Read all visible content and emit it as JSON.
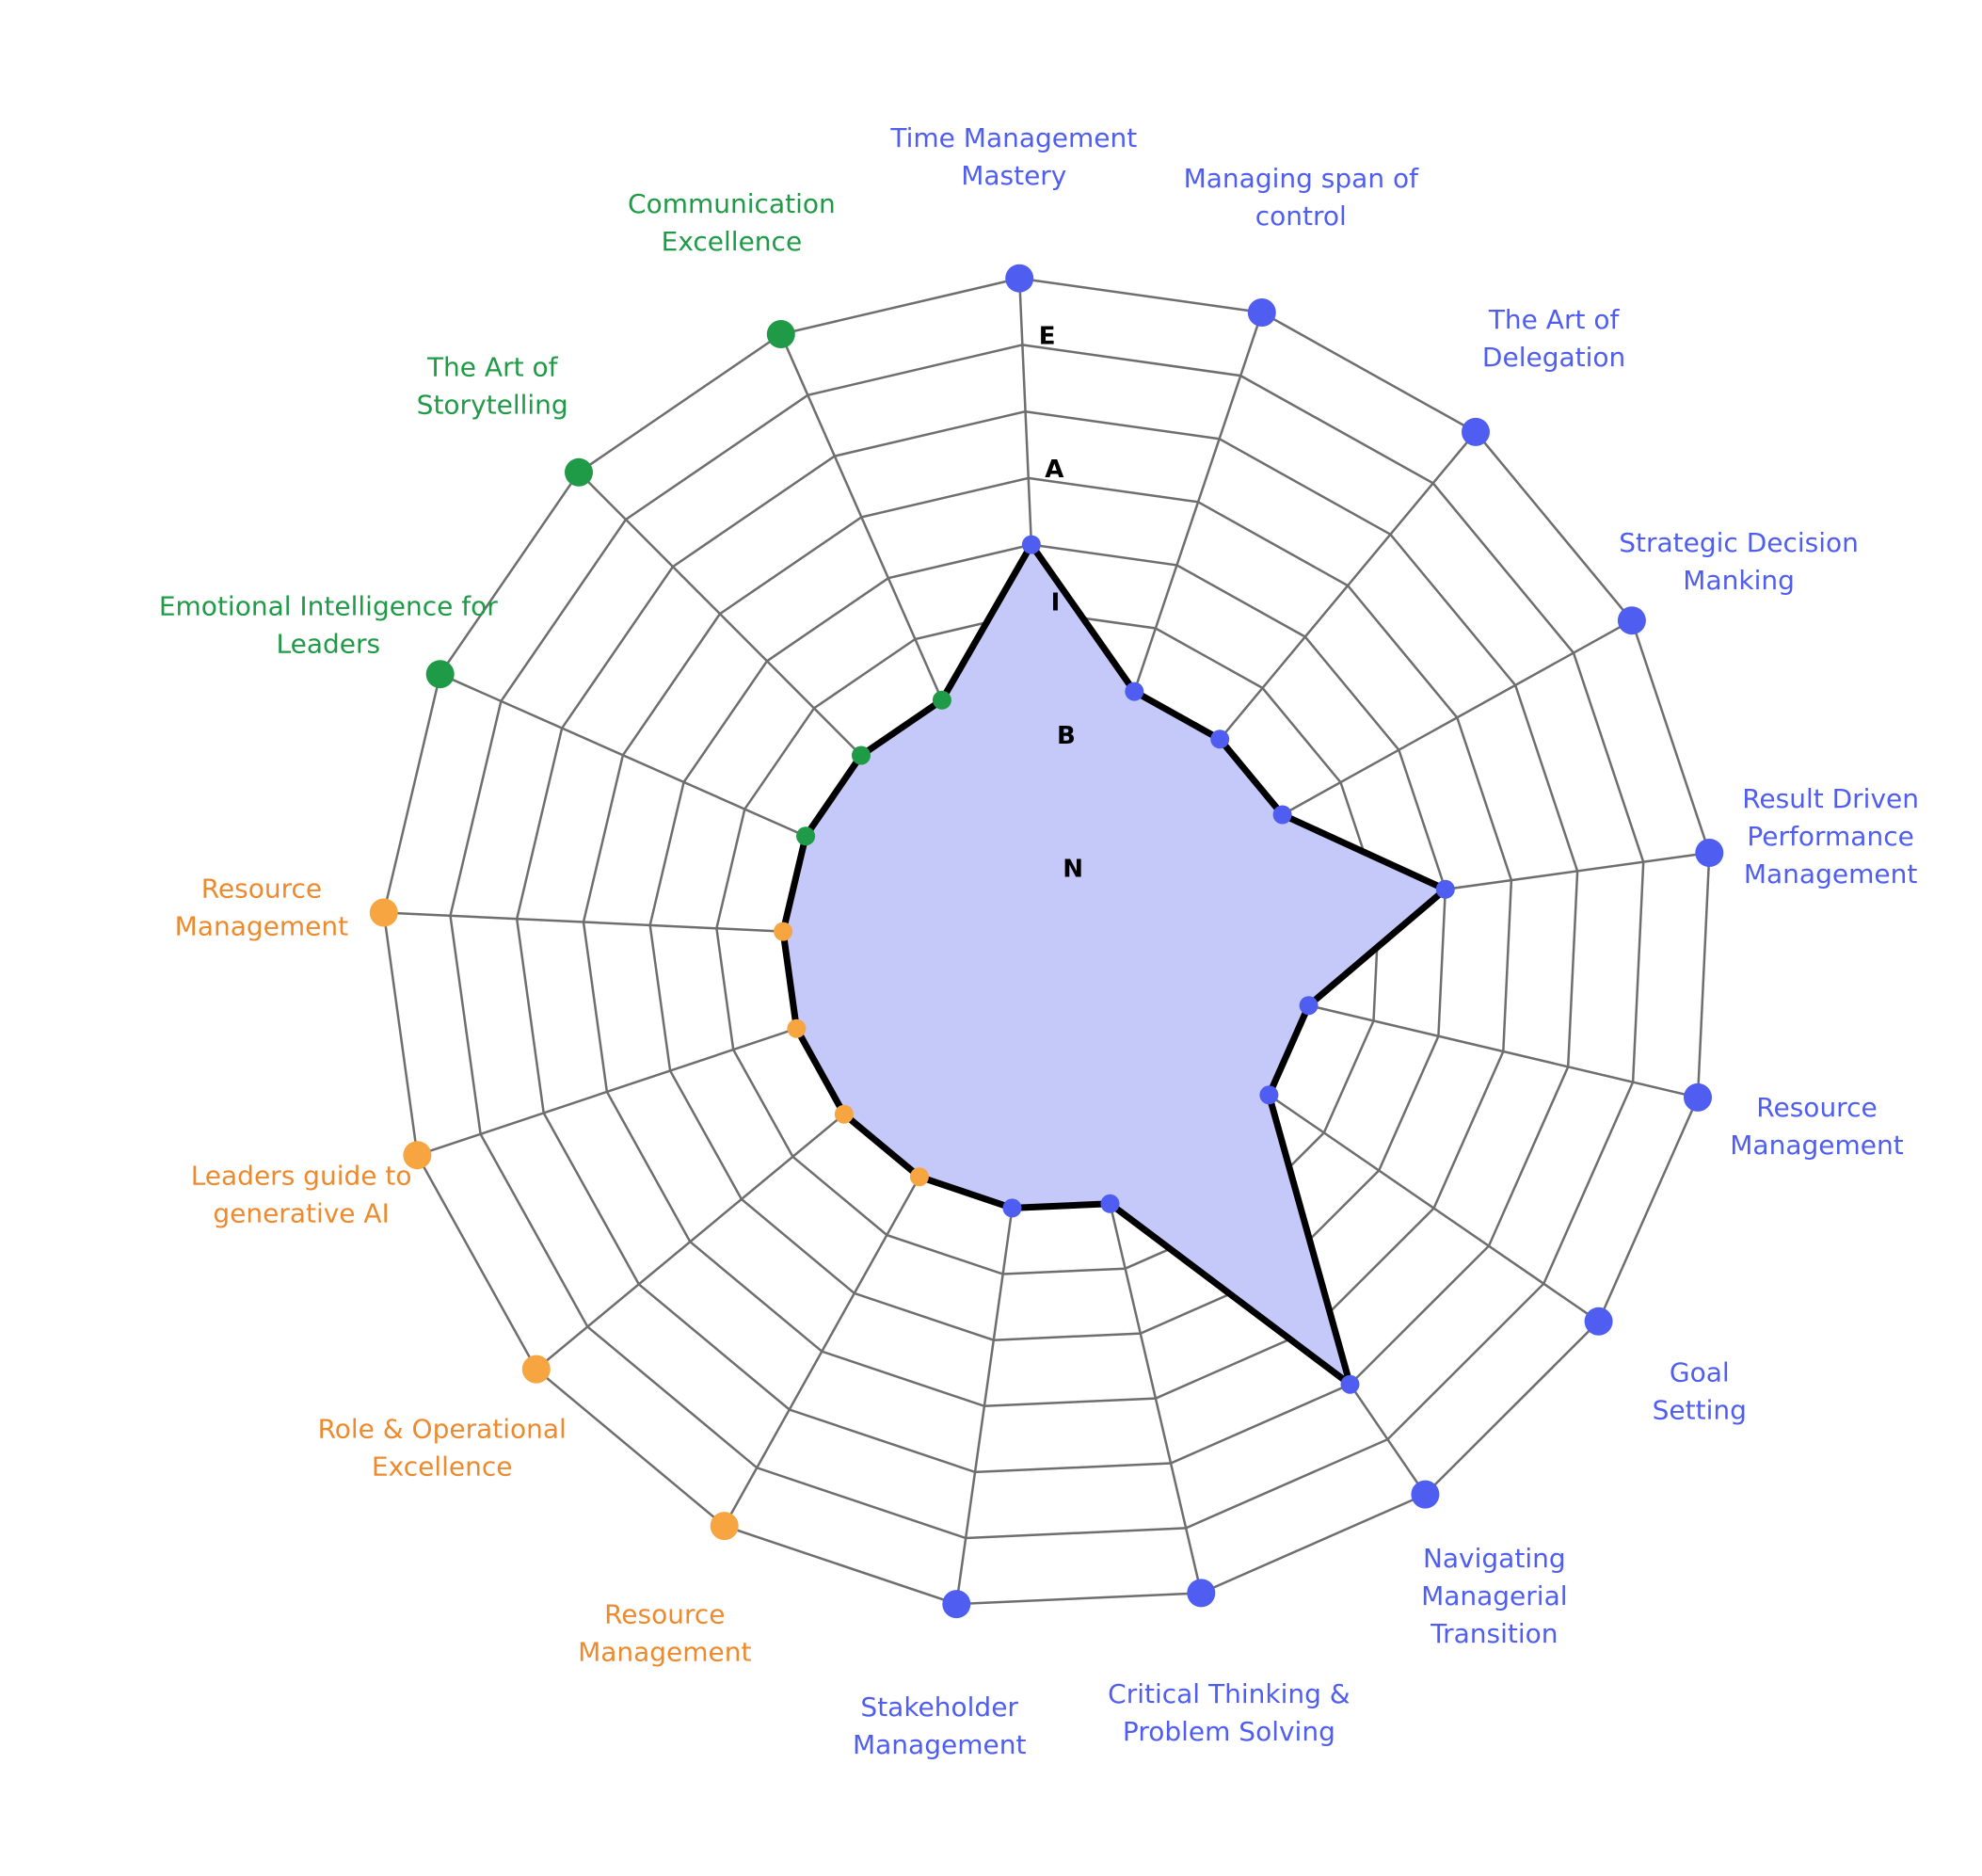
{
  "colors": {
    "blue": "#4f5ef0",
    "green": "#1f9a46",
    "orange": "#f6a540",
    "orange_text": "#ee8a2e",
    "grid": "#6e6e6e",
    "fill": "#c4c9fa",
    "outline": "#000000"
  },
  "chart_data": {
    "type": "radar",
    "title": "",
    "levels": [
      "N",
      "B",
      "I",
      "A",
      "E"
    ],
    "axis_range": [
      0,
      10
    ],
    "grid": true,
    "categories": [
      {
        "label": [
          "Time Management",
          "Mastery"
        ],
        "group": "blue",
        "value": 6
      },
      {
        "label": [
          "Managing span of",
          "control"
        ],
        "group": "blue",
        "value": 4
      },
      {
        "label": [
          "The Art of",
          "Delegation"
        ],
        "group": "blue",
        "value": 4
      },
      {
        "label": [
          "Strategic Decision",
          "Manking"
        ],
        "group": "blue",
        "value": 4
      },
      {
        "label": [
          "Result Driven",
          "Performance",
          "Management"
        ],
        "group": "blue",
        "value": 6
      },
      {
        "label": [
          "Resource",
          "Management"
        ],
        "group": "blue",
        "value": 4
      },
      {
        "label": [
          "Goal",
          "Setting"
        ],
        "group": "blue",
        "value": 4
      },
      {
        "label": [
          "Navigating",
          "Managerial",
          "Transition"
        ],
        "group": "blue",
        "value": 8
      },
      {
        "label": [
          "Critical Thinking &",
          "Problem Solving"
        ],
        "group": "blue",
        "value": 4
      },
      {
        "label": [
          "Stakeholder",
          "Management"
        ],
        "group": "blue",
        "value": 4
      },
      {
        "label": [
          "Resource",
          "Management"
        ],
        "group": "orange",
        "value": 4
      },
      {
        "label": [
          "Role & Operational",
          "Excellence"
        ],
        "group": "orange",
        "value": 4
      },
      {
        "label": [
          "Leaders guide to",
          "generative AI"
        ],
        "group": "orange",
        "value": 4
      },
      {
        "label": [
          "Resource",
          "Management"
        ],
        "group": "orange",
        "value": 4
      },
      {
        "label": [
          "Emotional Intelligence for",
          "Leaders"
        ],
        "group": "green",
        "value": 4
      },
      {
        "label": [
          "The Art of",
          "Storytelling"
        ],
        "group": "green",
        "value": 4
      },
      {
        "label": [
          "Communication",
          "Excellence"
        ],
        "group": "green",
        "value": 4
      }
    ]
  }
}
